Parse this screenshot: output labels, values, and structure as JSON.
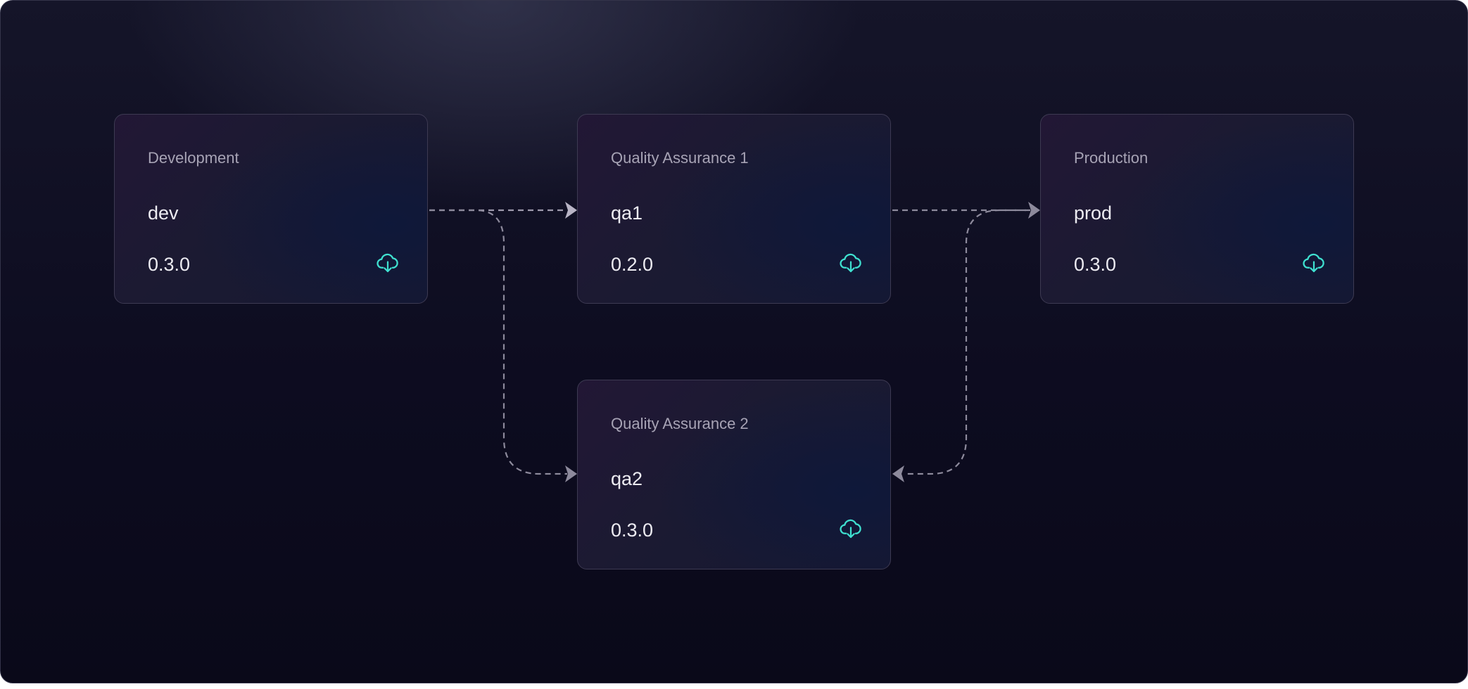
{
  "colors": {
    "background": "#0d0c20",
    "node_border": "#3d3a52",
    "edge": "#8d8a9c",
    "icon_accent": "#3fe0d0",
    "label_text": "#a7a3b5",
    "value_text": "#ecebf1"
  },
  "nodes": {
    "dev": {
      "label": "Development",
      "slug": "dev",
      "version": "0.3.0",
      "icon": "cloud-download-icon"
    },
    "qa1": {
      "label": "Quality Assurance 1",
      "slug": "qa1",
      "version": "0.2.0",
      "icon": "cloud-download-icon"
    },
    "prod": {
      "label": "Production",
      "slug": "prod",
      "version": "0.3.0",
      "icon": "cloud-download-icon"
    },
    "qa2": {
      "label": "Quality Assurance 2",
      "slug": "qa2",
      "version": "0.3.0",
      "icon": "cloud-download-icon"
    }
  },
  "edges": [
    {
      "from": "dev",
      "to": "qa1",
      "style": "dashed"
    },
    {
      "from": "dev",
      "to": "qa2",
      "style": "dashed"
    },
    {
      "from": "qa1",
      "to": "prod",
      "style": "dashed"
    },
    {
      "from": "prod",
      "to": "qa2",
      "style": "dashed"
    }
  ]
}
